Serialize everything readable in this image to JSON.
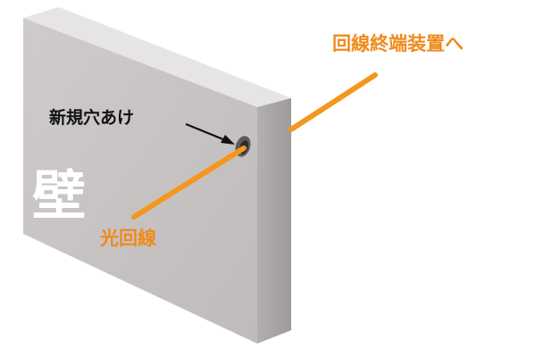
{
  "labels": {
    "wall": "壁",
    "new_hole": "新規穴あけ",
    "optical_line": "光回線",
    "to_ont": "回線終端装置へ"
  },
  "colors": {
    "wall_front": "#c9c5c5",
    "wall_side": "#a9a6a6",
    "wall_top": "#e6e4e4",
    "cable": "#f5961e",
    "label_orange": "#f08a1c",
    "label_dark": "#111111",
    "hole_rim": "#595959",
    "hole_inner": "#2b2b2b"
  }
}
